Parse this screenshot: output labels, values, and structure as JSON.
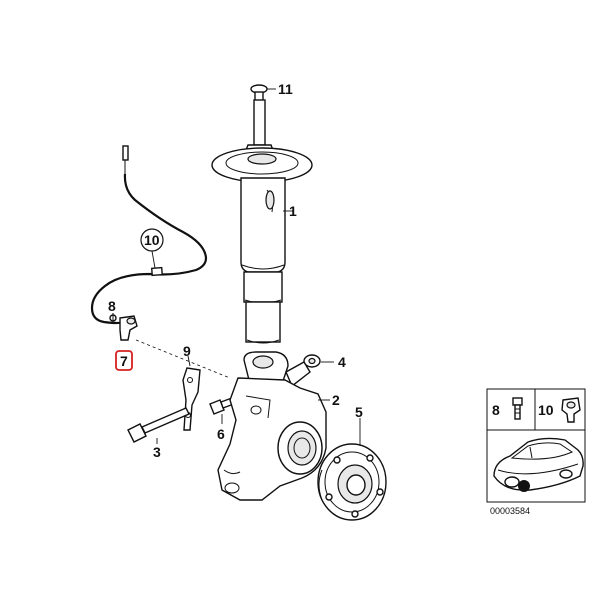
{
  "diagram": {
    "callouts": {
      "c1": "1",
      "c2": "2",
      "c3": "3",
      "c4": "4",
      "c5": "5",
      "c6": "6",
      "c7": "7",
      "c8": "8",
      "c9": "9",
      "c10": "10",
      "c11": "11"
    },
    "highlight_color": "#d62020",
    "inset": {
      "label_8": "8",
      "label_10": "10",
      "drawing_number": "00003584"
    }
  }
}
